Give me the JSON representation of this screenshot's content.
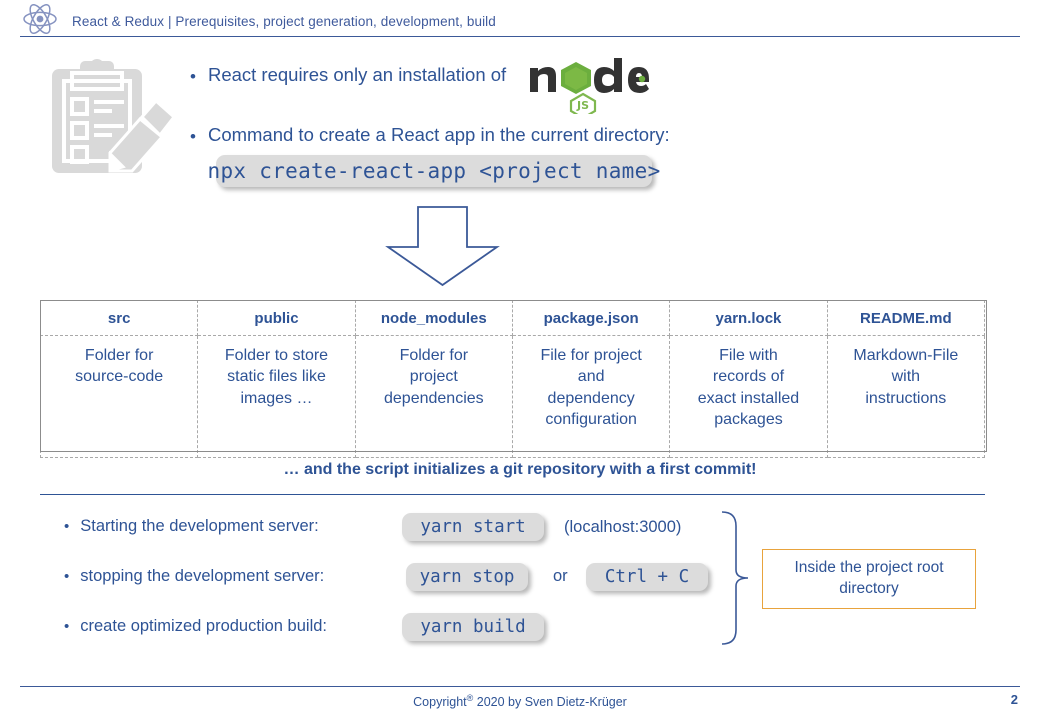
{
  "header": {
    "title": "React & Redux | Prerequisites, project generation, development,  build",
    "logo_icon": "react-atom-icon"
  },
  "icons": {
    "clipboard": "clipboard-pen-icon",
    "node": "nodejs-logo",
    "arrow": "down-arrow-icon",
    "brace": "right-curly-brace-icon"
  },
  "bullets_top": [
    {
      "text": "React requires only an installation of"
    },
    {
      "text": "Command to create a React app in the current directory:"
    }
  ],
  "commands": {
    "npx": "npx create-react-app <project name>",
    "yarn_start": "yarn start",
    "yarn_stop": "yarn stop",
    "ctrl_c": "Ctrl + C",
    "yarn_build": "yarn build"
  },
  "table": {
    "headers": [
      "src",
      "public",
      "node_modules",
      "package.json",
      "yarn.lock",
      "README.md"
    ],
    "cells": [
      "Folder for\nsource-code",
      "Folder to store\nstatic files like\nimages …",
      "Folder for\nproject\ndependencies",
      "File for project\nand\ndependency\nconfiguration",
      "File with\nrecords of\nexact installed\npackages",
      "Markdown-File\nwith\ninstructions"
    ],
    "caption": "… and the script initializes a git repository with a first commit!"
  },
  "bullets_bottom": [
    {
      "text": "Starting the development server:"
    },
    {
      "text": "stopping the development server:"
    },
    {
      "text": "create optimized production build:"
    }
  ],
  "notes": {
    "localhost": "(localhost:3000)",
    "or": "or",
    "callout": "Inside the project root directory"
  },
  "footer": {
    "copyright_prefix": "Copyright",
    "copyright_mark": "®",
    "copyright_rest": " 2020  by Sven  Dietz-Krüger",
    "page_number": "2"
  },
  "colors": {
    "accent_blue": "#2e5395",
    "header_blue": "#3f5a9c",
    "chip_gray": "#dcdcdc",
    "callout_border": "#e8a33d",
    "node_green": "#68a063",
    "node_dark": "#333333"
  }
}
